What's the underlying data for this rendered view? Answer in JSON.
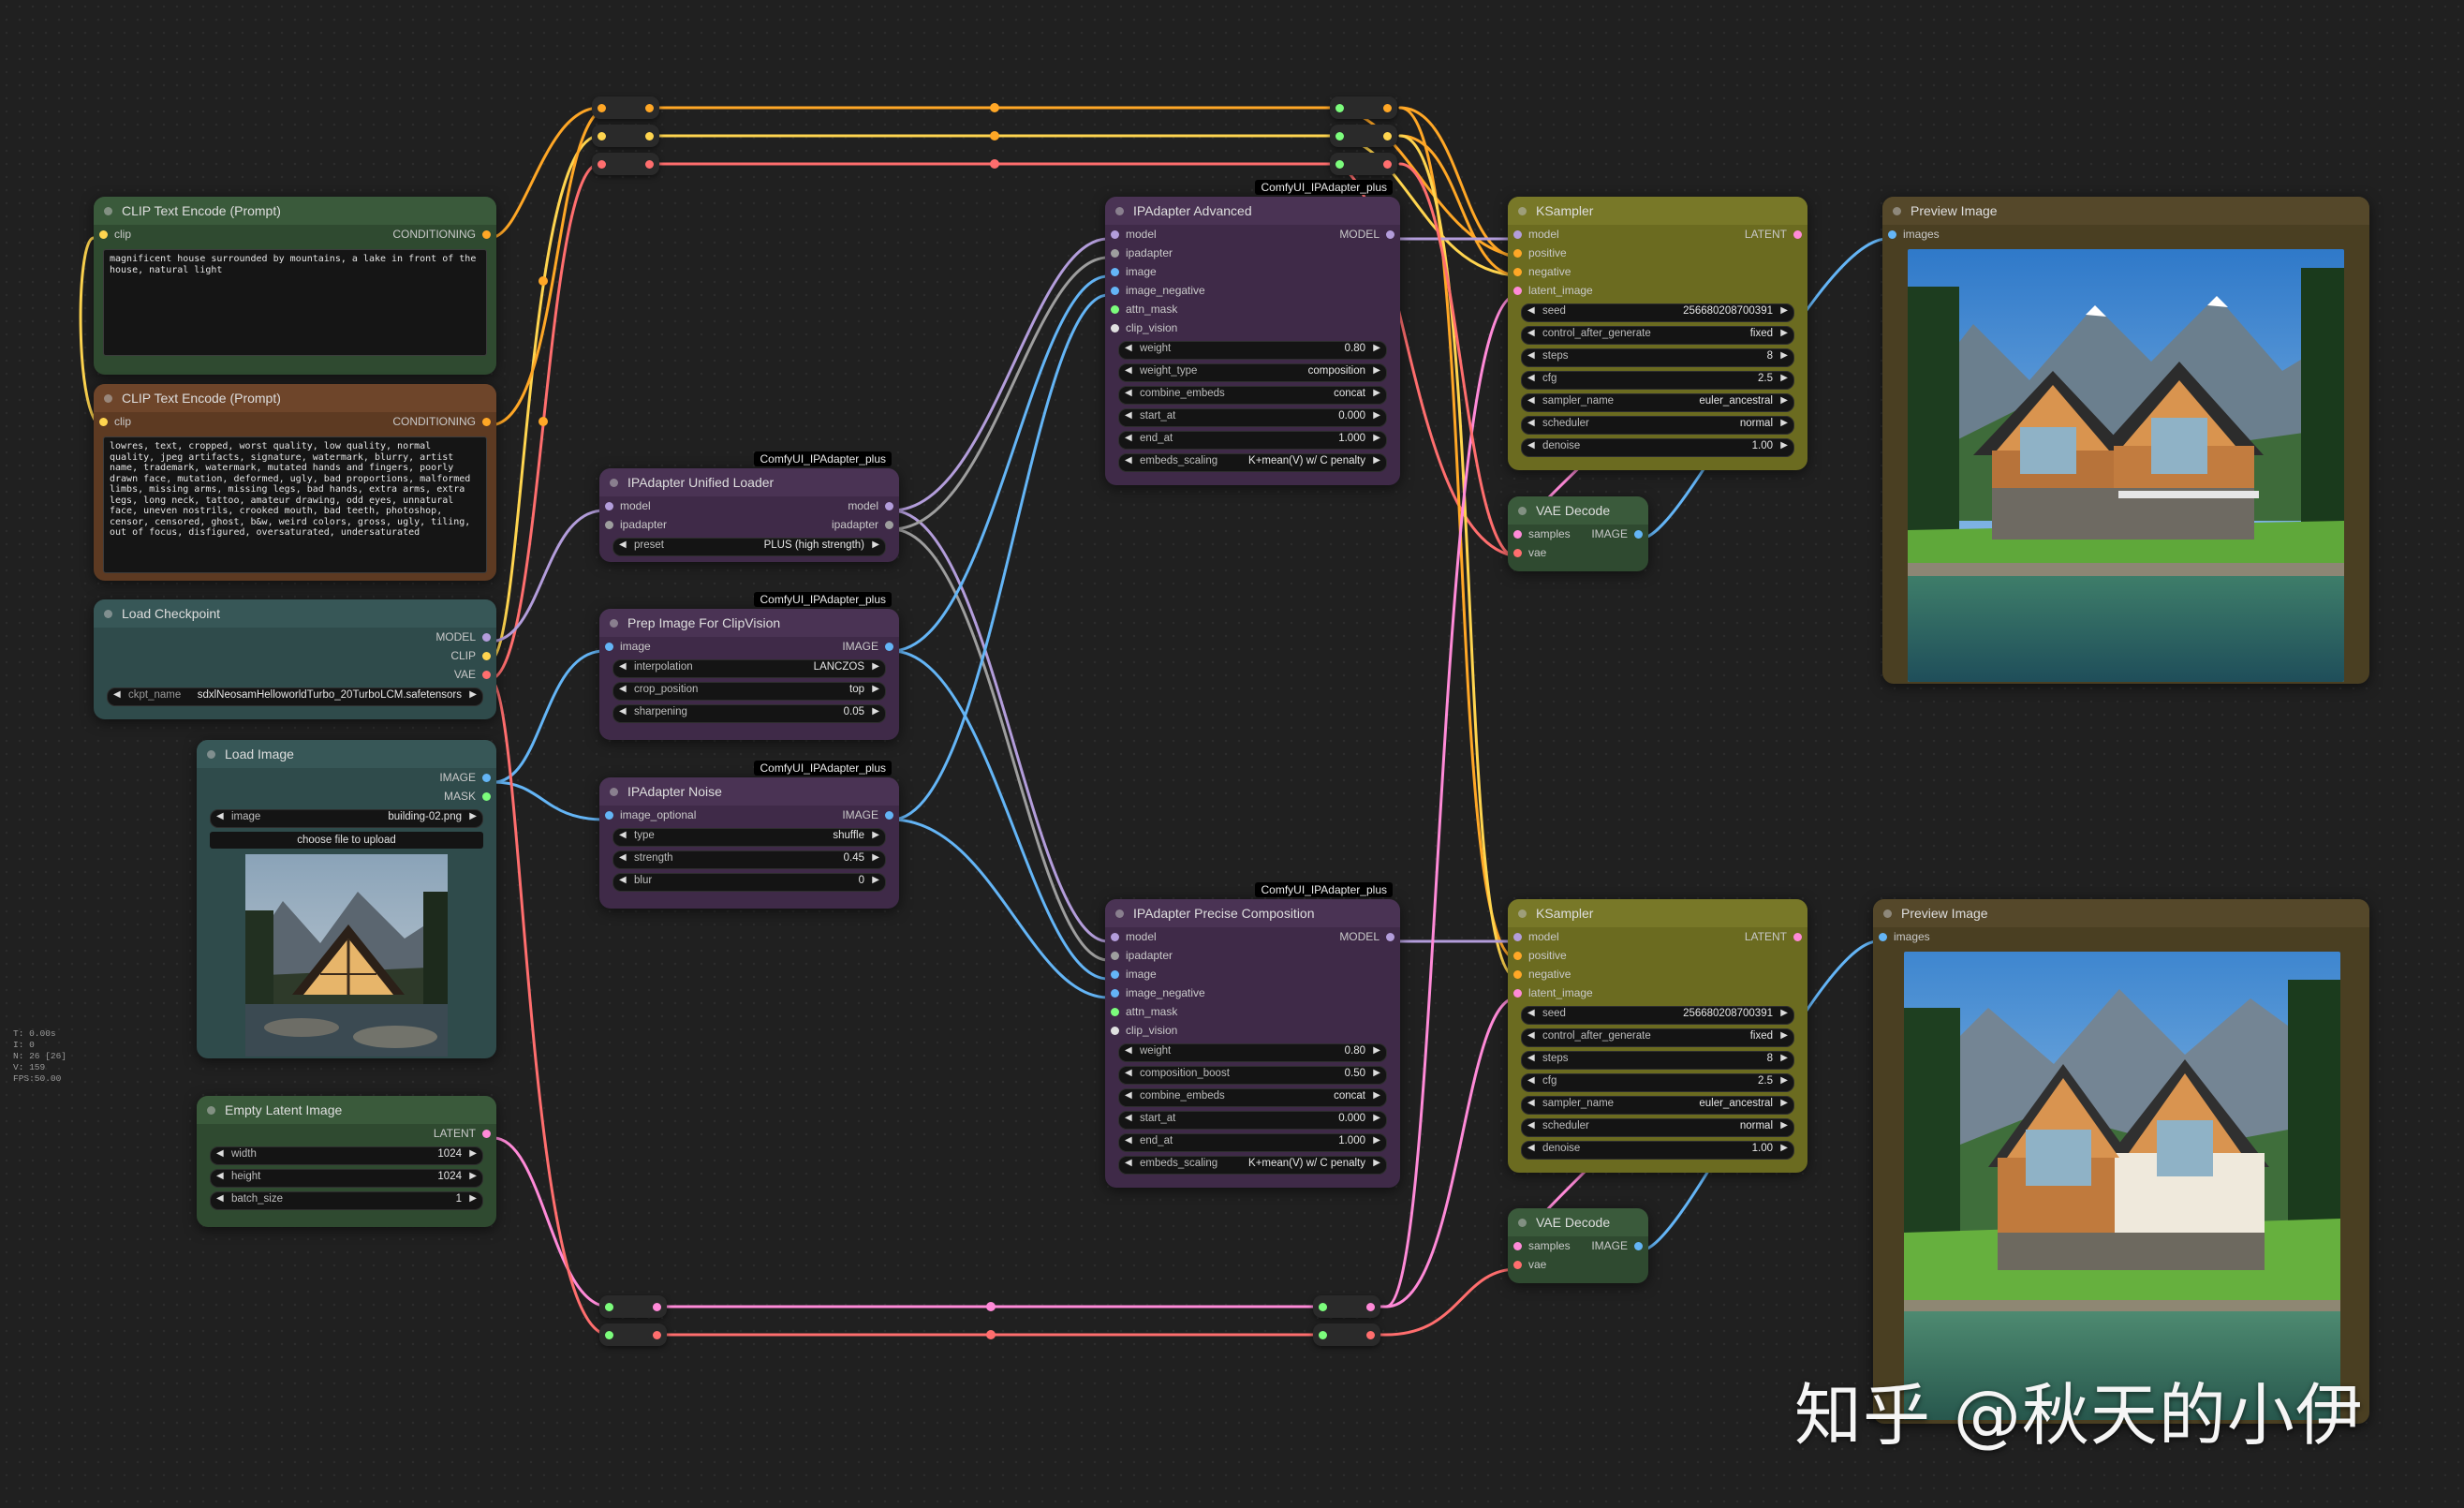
{
  "colors": {
    "model": "#b39ddb",
    "clip": "#ffd54f",
    "vae": "#ff6e6e",
    "conditioning": "#ffa726",
    "latent": "#ff8ad8",
    "image": "#64b5f6",
    "ipadapter": "#9e9e9e",
    "green_node": "#2f4a30",
    "brown_node": "#5d3a22",
    "teal_node": "#2f4b4b",
    "purple_node": "#3f2a48",
    "olive_node": "#6b6b20",
    "preview_node": "#4a3f22"
  },
  "nodes": {
    "clip_pos": {
      "title": "CLIP Text Encode (Prompt)",
      "in_clip": "clip",
      "out": "CONDITIONING",
      "text": "magnificent house surrounded by mountains, a lake in front of the house, natural light"
    },
    "clip_neg": {
      "title": "CLIP Text Encode (Prompt)",
      "in_clip": "clip",
      "out": "CONDITIONING",
      "text": "lowres, text, cropped, worst quality, low quality, normal quality, jpeg artifacts, signature, watermark, blurry, artist name, trademark, watermark, mutated hands and fingers, poorly drawn face, mutation, deformed, ugly, bad proportions, malformed limbs, missing arms, missing legs, bad hands, extra arms, extra legs, long neck, tattoo, amateur drawing, odd eyes, unnatural face, uneven nostrils, crooked mouth, bad teeth, photoshop, censor, censored, ghost, b&w, weird colors, gross, ugly, tiling, out of focus, disfigured, oversaturated, undersaturated"
    },
    "checkpoint": {
      "title": "Load Checkpoint",
      "out_model": "MODEL",
      "out_clip": "CLIP",
      "out_vae": "VAE",
      "ckpt_label": "ckpt_name",
      "ckpt_value": "sdxlNeosamHelloworldTurbo_20TurboLCM.safetensors"
    },
    "load_image": {
      "title": "Load Image",
      "out_image": "IMAGE",
      "out_mask": "MASK",
      "image_label": "image",
      "image_value": "building-02.png",
      "upload": "choose file to upload"
    },
    "empty_latent": {
      "title": "Empty Latent Image",
      "out": "LATENT",
      "w_label": "width",
      "w_value": "1024",
      "h_label": "height",
      "h_value": "1024",
      "b_label": "batch_size",
      "b_value": "1"
    },
    "unified_loader": {
      "badge": "ComfyUI_IPAdapter_plus",
      "title": "IPAdapter Unified Loader",
      "in_model": "model",
      "out_model": "model",
      "in_ipadapter": "ipadapter",
      "out_ipadapter": "ipadapter",
      "preset_label": "preset",
      "preset_value": "PLUS (high strength)"
    },
    "prep_image": {
      "badge": "ComfyUI_IPAdapter_plus",
      "title": "Prep Image For ClipVision",
      "in_image": "image",
      "out": "IMAGE",
      "w1_label": "interpolation",
      "w1_value": "LANCZOS",
      "w2_label": "crop_position",
      "w2_value": "top",
      "w3_label": "sharpening",
      "w3_value": "0.05"
    },
    "noise": {
      "badge": "ComfyUI_IPAdapter_plus",
      "title": "IPAdapter Noise",
      "in_image": "image_optional",
      "out": "IMAGE",
      "w1_label": "type",
      "w1_value": "shuffle",
      "w2_label": "strength",
      "w2_value": "0.45",
      "w3_label": "blur",
      "w3_value": "0"
    },
    "ipa_adv": {
      "badge": "ComfyUI_IPAdapter_plus",
      "title": "IPAdapter Advanced",
      "inputs": [
        "model",
        "ipadapter",
        "image",
        "image_negative",
        "attn_mask",
        "clip_vision"
      ],
      "out": "MODEL",
      "widgets": [
        {
          "label": "weight",
          "value": "0.80"
        },
        {
          "label": "weight_type",
          "value": "composition"
        },
        {
          "label": "combine_embeds",
          "value": "concat"
        },
        {
          "label": "start_at",
          "value": "0.000"
        },
        {
          "label": "end_at",
          "value": "1.000"
        },
        {
          "label": "embeds_scaling",
          "value": "K+mean(V) w/ C penalty"
        }
      ]
    },
    "ipa_precise": {
      "badge": "ComfyUI_IPAdapter_plus",
      "title": "IPAdapter Precise Composition",
      "inputs": [
        "model",
        "ipadapter",
        "image",
        "image_negative",
        "attn_mask",
        "clip_vision"
      ],
      "out": "MODEL",
      "widgets": [
        {
          "label": "weight",
          "value": "0.80"
        },
        {
          "label": "composition_boost",
          "value": "0.50"
        },
        {
          "label": "combine_embeds",
          "value": "concat"
        },
        {
          "label": "start_at",
          "value": "0.000"
        },
        {
          "label": "end_at",
          "value": "1.000"
        },
        {
          "label": "embeds_scaling",
          "value": "K+mean(V) w/ C penalty"
        }
      ]
    },
    "ksampler1": {
      "title": "KSampler",
      "inputs": [
        "model",
        "positive",
        "negative",
        "latent_image"
      ],
      "out": "LATENT",
      "widgets": [
        {
          "label": "seed",
          "value": "256680208700391"
        },
        {
          "label": "control_after_generate",
          "value": "fixed"
        },
        {
          "label": "steps",
          "value": "8"
        },
        {
          "label": "cfg",
          "value": "2.5"
        },
        {
          "label": "sampler_name",
          "value": "euler_ancestral"
        },
        {
          "label": "scheduler",
          "value": "normal"
        },
        {
          "label": "denoise",
          "value": "1.00"
        }
      ]
    },
    "ksampler2": {
      "title": "KSampler",
      "inputs": [
        "model",
        "positive",
        "negative",
        "latent_image"
      ],
      "out": "LATENT",
      "widgets": [
        {
          "label": "seed",
          "value": "256680208700391"
        },
        {
          "label": "control_after_generate",
          "value": "fixed"
        },
        {
          "label": "steps",
          "value": "8"
        },
        {
          "label": "cfg",
          "value": "2.5"
        },
        {
          "label": "sampler_name",
          "value": "euler_ancestral"
        },
        {
          "label": "scheduler",
          "value": "normal"
        },
        {
          "label": "denoise",
          "value": "1.00"
        }
      ]
    },
    "vae1": {
      "title": "VAE Decode",
      "in_samples": "samples",
      "in_vae": "vae",
      "out": "IMAGE"
    },
    "vae2": {
      "title": "VAE Decode",
      "in_samples": "samples",
      "in_vae": "vae",
      "out": "IMAGE"
    },
    "preview1": {
      "title": "Preview Image",
      "in": "images"
    },
    "preview2": {
      "title": "Preview Image",
      "in": "images"
    }
  },
  "stats": {
    "t": "T: 0.00s",
    "i": "I: 0",
    "n": "N: 26 [26]",
    "v": "V: 159",
    "fps": "FPS:50.00"
  },
  "watermark": "知乎 @秋天的小伊"
}
